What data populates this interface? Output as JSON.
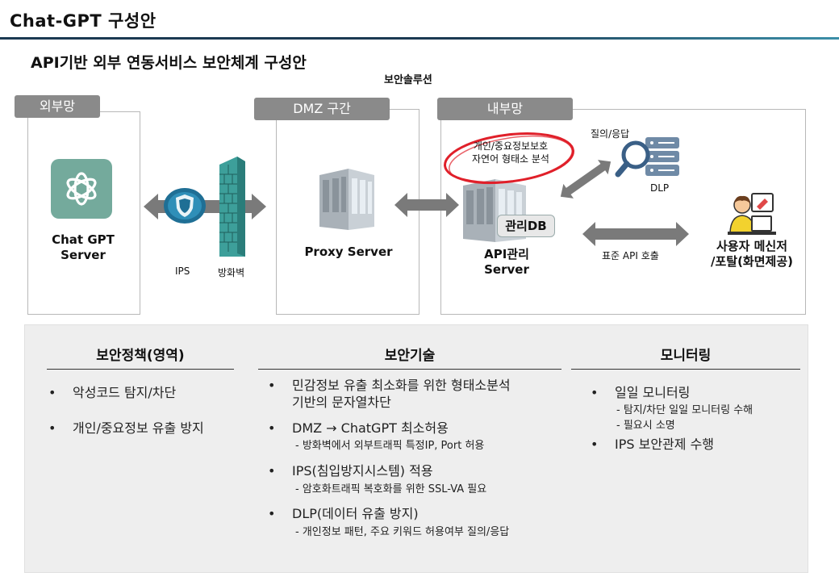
{
  "header": {
    "title": "Chat-GPT  구성안",
    "subtitle": "API기반 외부 연동서비스 보안체계 구성안",
    "security_solution": "보안솔루션"
  },
  "zones": {
    "external": "외부망",
    "dmz": "DMZ 구간",
    "internal": "내부망"
  },
  "nodes": {
    "chatgpt_server": "Chat GPT\nServer",
    "ips": "IPS",
    "firewall": "방화벽",
    "proxy_server": "Proxy Server",
    "api_server": "API관리\nServer",
    "management_db": "관리DB",
    "dlp": "DLP",
    "query_response": "질의/응답",
    "standard_api_call": "표준 API 호출",
    "user": "사용자 메신저\n/포탈(화면제공)",
    "annotation": "개인/중요정보보호\n자연어 형태소 분석"
  },
  "panel": {
    "policy": {
      "heading": "보안정책(영역)",
      "items": [
        "악성코드 탐지/차단",
        "개인/중요정보 유출 방지"
      ]
    },
    "technology": {
      "heading": "보안기술",
      "items": [
        {
          "text": "민감정보 유출 최소화를 위한 형태소분석\n기반의 문자열차단",
          "sub": ""
        },
        {
          "text": "DMZ → ChatGPT 최소허용",
          "sub": "- 방화벽에서 외부트래픽 특정IP, Port 허용"
        },
        {
          "text": "IPS(침입방지시스템) 적용",
          "sub": "- 암호화트래픽 복호화를 위한 SSL-VA 필요"
        },
        {
          "text": "DLP(데이터 유출 방지)",
          "sub": "- 개인정보 패턴, 주요 키워드 허용여부 질의/응답"
        }
      ]
    },
    "monitoring": {
      "heading": "모니터링",
      "items": [
        {
          "text": "일일 모니터링",
          "subs": [
            "- 탐지/차단 일일 모니터링 수해",
            "- 필요시 소명"
          ]
        },
        {
          "text": "IPS 보안관제 수행",
          "subs": []
        }
      ]
    }
  },
  "colors": {
    "title_rule": "#1b3a52",
    "zone_tab": "#8a8a8a",
    "arrow": "#7a7a7a",
    "chatgpt_logo": "#74aa9c",
    "firewall": "#3d9f9a",
    "annotation_circle": "#e0202a",
    "dlp_icon": "#3a5f86",
    "panel_bg": "#eeeeee"
  }
}
